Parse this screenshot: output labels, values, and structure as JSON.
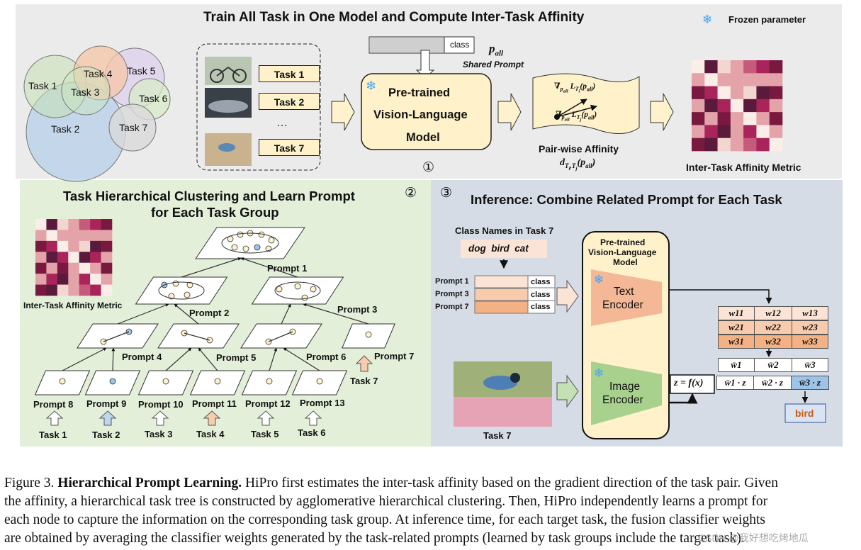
{
  "top": {
    "title": "Train All Task in One Model and Compute Inter-Task Affinity",
    "legend_frozen": "Frozen parameter",
    "venn_tasks": [
      "Task 1",
      "Task 4",
      "Task 5",
      "Task 3",
      "Task 6",
      "Task 2",
      "Task 7"
    ],
    "task_labels": [
      "Task 1",
      "Task 2",
      "…",
      "Task 7"
    ],
    "prompt_class": "class",
    "p_all": "p",
    "p_all_sub": "all",
    "shared_prompt": "Shared Prompt",
    "vlm_label": [
      "Pre-trained",
      "Vision-Language",
      "Model"
    ],
    "step1": "①",
    "grad_i": "∇",
    "pairwise_title": "Pair-wise Affinity",
    "affinity_metric": "Inter-Task Affinity Metric"
  },
  "left": {
    "title_line1": "Task Hierarchical Clustering and Learn Prompt",
    "title_line2": "for Each Task Group",
    "step2": "②",
    "affinity_metric": "Inter-Task Affinity Metric",
    "prompts": [
      "Prompt 1",
      "Prompt 2",
      "Prompt 3",
      "Prompt 4",
      "Prompt 5",
      "Prompt 6",
      "Prompt 7",
      "Prompt 8",
      "Prompt 9",
      "Prompt 10",
      "Prompt 11",
      "Prompt 12",
      "Prompt 13"
    ],
    "tasks": [
      "Task 1",
      "Task 2",
      "Task 3",
      "Task 4",
      "Task 5",
      "Task 6",
      "Task 7"
    ]
  },
  "right": {
    "step3": "③",
    "title": "Inference: Combine Related Prompt for Each Task",
    "class_names_title": "Class Names in Task 7",
    "class_names": "dog  bird  cat",
    "prompt_rows": [
      "Prompt 1",
      "Prompt 3",
      "Prompt 7"
    ],
    "prompt_class": "class",
    "vlm_label": [
      "Pre-trained",
      "Vision-Language",
      "Model"
    ],
    "text_encoder": [
      "Text",
      "Encoder"
    ],
    "image_encoder": [
      "Image",
      "Encoder"
    ],
    "image_caption": "Task 7",
    "z_formula": "z = f(x)",
    "weights": [
      [
        "w11",
        "w12",
        "w13"
      ],
      [
        "w21",
        "w22",
        "w23"
      ],
      [
        "w31",
        "w32",
        "w33"
      ]
    ],
    "avg_weights": [
      "w̄1",
      "w̄2",
      "w̄3"
    ],
    "scores": [
      "w̄1 · z",
      "w̄2 · z",
      "w̄3 · z"
    ],
    "result": "bird"
  },
  "caption": {
    "lines": [
      "Figure 3. ",
      "Hierarchical Prompt Learning.",
      " HiPro first estimates the inter-task affinity based on the gradient direction of the task pair. Given",
      "the affinity, a hierarchical task tree is constructed by agglomerative hierarchical clustering. Then, HiPro independently learns a prompt for",
      "each node to capture the information on the corresponding task group. At inference time, for each target task, the fusion classifier weights",
      "are obtained by averaging the classifier weights generated by the task-related prompts (learned by task groups include the target task)."
    ],
    "watermark": "CSDN @我好想吃烤地瓜"
  },
  "colors": {
    "top_bg": "#ebebeb",
    "left_bg": "#e3efd9",
    "right_bg": "#d6dce6",
    "box_yellow": "#fff1c9",
    "encoder_orange": "#f4b896",
    "encoder_green": "#a9d18e",
    "matrix_dark": "#7a1940"
  }
}
